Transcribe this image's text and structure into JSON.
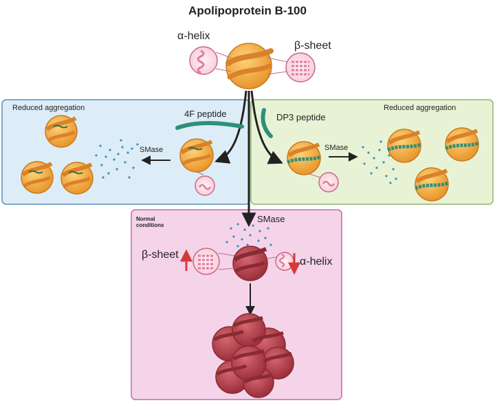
{
  "title": "Apolipoprotein B-100",
  "top": {
    "left_structure": "α-helix",
    "right_structure": "β-sheet"
  },
  "left_panel": {
    "heading": "Reduced aggregation",
    "peptide": "4F peptide",
    "enzyme": "SMase"
  },
  "right_panel": {
    "heading": "Reduced aggregation",
    "peptide": "DP3 peptide",
    "enzyme": "SMase"
  },
  "bottom_panel": {
    "condition": "Normal conditions",
    "enzyme": "SMase",
    "increase_label": "β-sheet",
    "decrease_label": "α-helix"
  },
  "colors": {
    "particle_orange": "#f2a93b",
    "particle_band": "#d9822b",
    "peptide_green": "#2f8f7a",
    "left_panel_bg": "#dcedf7",
    "right_panel_bg": "#e8f3d6",
    "bottom_panel_bg": "#f5d4ea",
    "aggregate_red": "#b8404a",
    "arrow_red": "#d33a3a"
  },
  "icons": [
    "alpha-helix-icon",
    "beta-sheet-icon",
    "ldl-particle-icon",
    "peptide-chain-icon",
    "smase-dots-icon",
    "aggregate-cluster-icon"
  ]
}
